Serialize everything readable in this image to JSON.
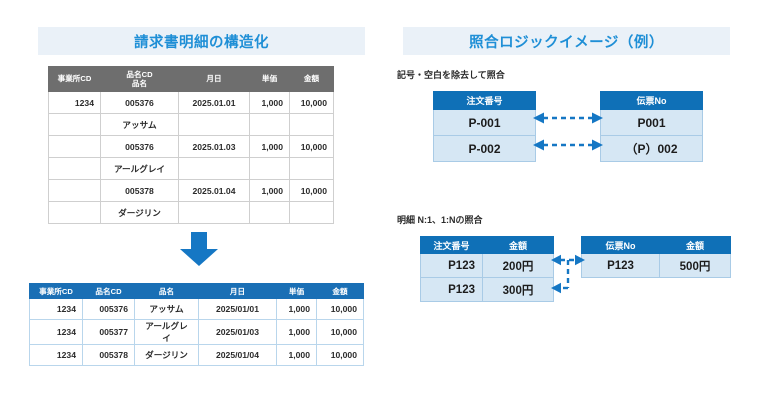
{
  "panels": {
    "left": {
      "title": "請求書明細の構造化"
    },
    "right": {
      "title": "照合ロジックイメージ（例）"
    }
  },
  "colors": {
    "title_band_bg": "#eaf1f8",
    "title_text": "#1f8fd6",
    "gray_header": "#6e6e6e",
    "blue_header": "#1a6fb5",
    "blue_header_alt": "#0f70b7",
    "cell_light_blue": "#d6e7f4",
    "arrow_blue": "#1577c4",
    "cell_border_blue": "#a9cbe6",
    "cell_border_gray": "#cfcfcf"
  },
  "table_raw": {
    "headers": [
      "事業所CD",
      "品名CD\n品名",
      "月日",
      "単価",
      "金額"
    ],
    "header_lines": [
      [
        "事業所CD"
      ],
      [
        "品名CD",
        "品名"
      ],
      [
        "月日"
      ],
      [
        "単価"
      ],
      [
        "金額"
      ]
    ],
    "rows": [
      {
        "cells": [
          "1234",
          "005376",
          "2025.01.01",
          "1,000",
          "10,000"
        ],
        "kind": "data"
      },
      {
        "cells": [
          "",
          "アッサム",
          "",
          "",
          ""
        ],
        "kind": "name"
      },
      {
        "cells": [
          "",
          "005376",
          "2025.01.03",
          "1,000",
          "10,000"
        ],
        "kind": "data"
      },
      {
        "cells": [
          "",
          "アールグレイ",
          "",
          "",
          ""
        ],
        "kind": "name"
      },
      {
        "cells": [
          "",
          "005378",
          "2025.01.04",
          "1,000",
          "10,000"
        ],
        "kind": "data"
      },
      {
        "cells": [
          "",
          "ダージリン",
          "",
          "",
          ""
        ],
        "kind": "name"
      }
    ]
  },
  "flow_arrow": {
    "direction": "down",
    "icon": "down-arrow-icon"
  },
  "table_structured": {
    "headers": [
      "事業所CD",
      "品名CD",
      "品名",
      "月日",
      "単価",
      "金額"
    ],
    "rows": [
      [
        "1234",
        "005376",
        "アッサム",
        "2025/01/01",
        "1,000",
        "10,000"
      ],
      [
        "1234",
        "005377",
        "アールグレイ",
        "2025/01/03",
        "1,000",
        "10,000"
      ],
      [
        "1234",
        "005378",
        "ダージリン",
        "2025/01/04",
        "1,000",
        "10,000"
      ]
    ]
  },
  "diagrams": [
    {
      "label": "記号・空白を除去して照合",
      "left_table": {
        "header": [
          "注文番号"
        ],
        "rows": [
          [
            "P-001"
          ],
          [
            "P-002"
          ]
        ]
      },
      "right_table": {
        "header": [
          "伝票No"
        ],
        "rows": [
          [
            "P001"
          ],
          [
            "（P）002"
          ]
        ]
      }
    },
    {
      "label": "明細 N:1、1:Nの照合",
      "left_table": {
        "header": [
          "注文番号",
          "金額"
        ],
        "rows": [
          [
            "P123",
            "200円"
          ],
          [
            "P123",
            "300円"
          ]
        ]
      },
      "right_table": {
        "header": [
          "伝票No",
          "金額"
        ],
        "rows": [
          [
            "P123",
            "500円"
          ]
        ]
      }
    }
  ]
}
